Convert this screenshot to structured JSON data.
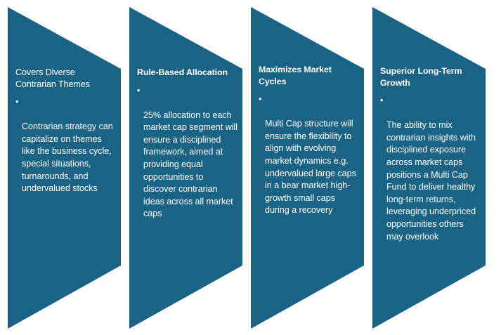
{
  "graphic": {
    "type": "chevron-process-diagram",
    "shape_count": 4,
    "shape_fill": "#1B6385",
    "text_color": "#FFFFFF",
    "background": "#FFFFFF",
    "bullet_glyph": "•"
  },
  "panels": [
    {
      "title": "Covers Diverse\nContrarian Themes",
      "title_bold": false,
      "bullet": "Contrarian strategy can capitalize on themes like the business cycle, special situations, turnarounds, and undervalued stocks"
    },
    {
      "title": "Rule-Based Allocation",
      "title_bold": true,
      "bullet": "25% allocation to each market cap segment will ensure a disciplined framework, aimed at providing equal opportunities to discover contrarian ideas across all market caps"
    },
    {
      "title": "Maximizes Market\nCycles",
      "title_bold": true,
      "bullet": "Multi Cap structure will ensure the flexibility to align with evolving market dynamics e.g. undervalued large caps in a bear market high-growth small caps during a recovery"
    },
    {
      "title": "Superior Long-Term\nGrowth",
      "title_bold": true,
      "bullet": "The ability to mix contrarian insights with disciplined exposure across market caps positions a Multi Cap Fund to deliver healthy long-term returns, leveraging underpriced opportunities others may overlook"
    }
  ]
}
